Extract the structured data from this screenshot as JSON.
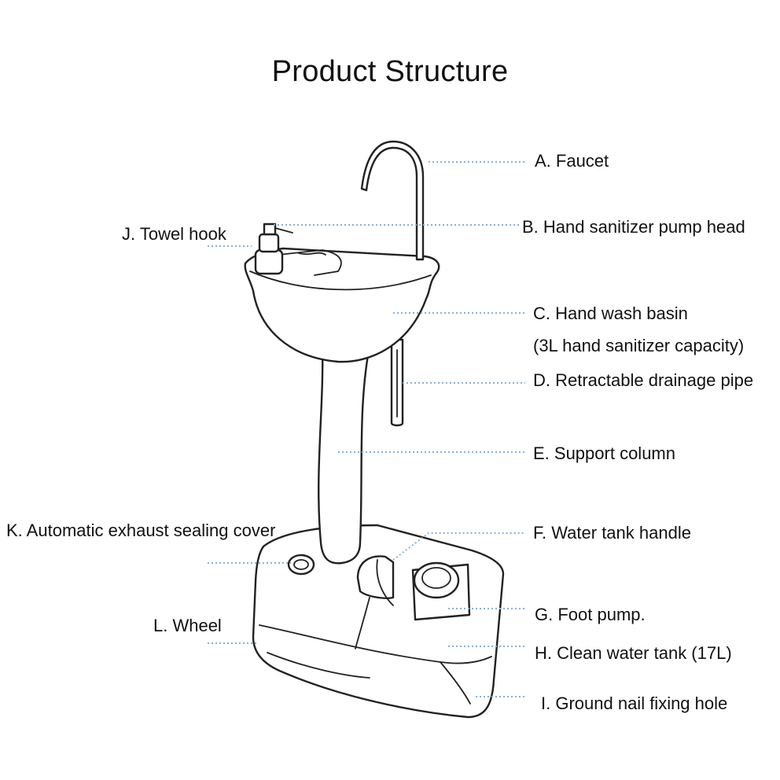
{
  "title": "Product Structure",
  "labels": {
    "a": "A. Faucet",
    "b": "B. Hand sanitizer pump head",
    "c": "C. Hand wash basin",
    "c2": "(3L hand sanitizer capacity)",
    "d": "D. Retractable drainage pipe",
    "e": "E. Support column",
    "f": "F. Water tank handle",
    "g": "G. Foot pump.",
    "h": "H. Clean water tank (17L)",
    "i": "I. Ground nail fixing hole",
    "j": "J. Towel hook",
    "k": "K. Automatic exhaust sealing cover",
    "l": "L. Wheel"
  },
  "colors": {
    "leader": "#8ab0d6",
    "outline": "#222222"
  }
}
